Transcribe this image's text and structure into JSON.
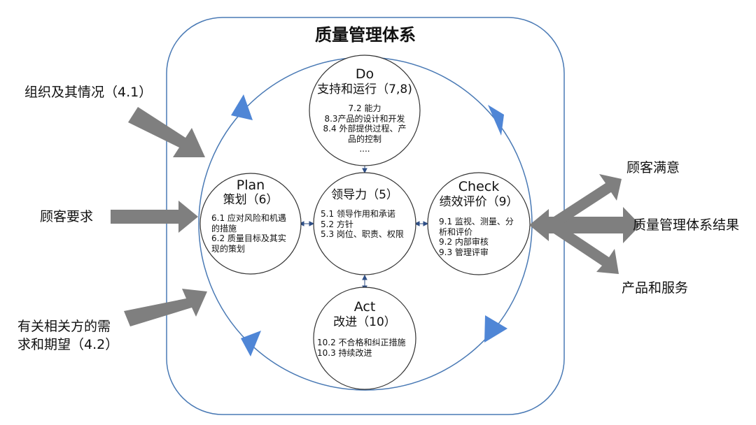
{
  "system_title": "质量管理体系",
  "center": {
    "title": "领导力（5）",
    "items": [
      "5.1 领导作用和承诺",
      "5.2 方针",
      "5.3 岗位、职责、权限"
    ]
  },
  "do": {
    "label": "Do",
    "title": "支持和运行（7,8)",
    "items": [
      "7.2 能力",
      "8.3产品的设计和开发",
      "8.4 外部提供过程、产",
      "品的控制",
      "...."
    ]
  },
  "plan": {
    "label": "Plan",
    "title": "策划（6）",
    "items": [
      "6.1 应对风险和机遇",
      "的措施",
      "6.2 质量目标及其实",
      "现的策划"
    ]
  },
  "check": {
    "label": "Check",
    "title": "绩效评价（9）",
    "items": [
      "9.1 监视、测量、分",
      "析和评价",
      "9.2 内部审核",
      "9.3 管理评审"
    ]
  },
  "act": {
    "label": "Act",
    "title": "改进（10）",
    "items": [
      "10.2 不合格和纠正措施",
      "10.3 持续改进"
    ]
  },
  "inputs": {
    "context": "组织及其情况（4.1）",
    "customer_requirements": "顾客要求",
    "interested_parties_line1": "有关相关方的需",
    "interested_parties_line2": "求和期望（4.2）"
  },
  "outputs": {
    "customer_satisfaction": "顾客满意",
    "qms_results": "质量管理体系结果",
    "products_services": "产品和服务"
  },
  "colors": {
    "frame": "#4a7ab5",
    "arrowhead": "#4f86d6",
    "gray_arrow": "#7f7f7f",
    "connector": "#2f4f86"
  }
}
